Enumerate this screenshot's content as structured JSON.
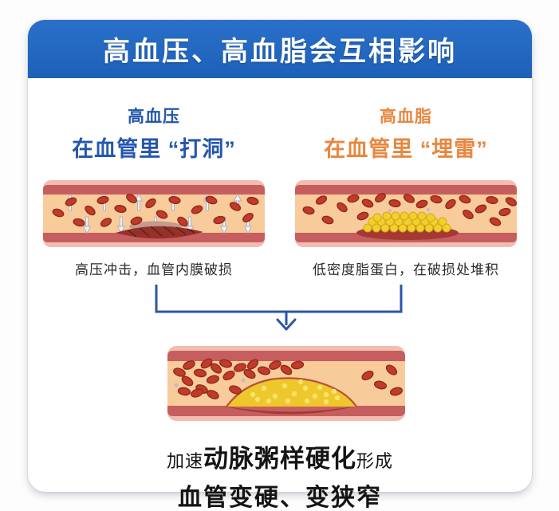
{
  "header": {
    "title": "高血压、高血脂会互相影响"
  },
  "left_column": {
    "tag": "高血压",
    "headline": "在血管里 “打洞”",
    "caption": "高压冲击，血管内膜破损",
    "illustration": "artery with pressure arrows hammering the wall and damaged intima"
  },
  "right_column": {
    "tag": "高血脂",
    "headline": "在血管里 “埋雷”",
    "caption": "低密度脂蛋白，在破损处堆积",
    "illustration": "artery with yellow lipid particles piling on damaged spot"
  },
  "result": {
    "prefix": "加速",
    "emphasis": "动脉粥样硬化",
    "suffix": "形成",
    "line2": "血管变硬、变狭窄",
    "illustration": "narrowed artery with large yellow atherosclerotic plaque"
  },
  "colors": {
    "header_bg": "#1f63bd",
    "hypertension_accent": "#2456ae",
    "hyperlipidemia_accent": "#e8873f",
    "bracket_blue": "#2b55a8",
    "vessel_outer_rim": "#f2bcb0",
    "vessel_wall": "#c65d5e",
    "vessel_lumen": "#f8cb9b",
    "red_blood_cell": "#c13a2a",
    "damage_dark_red": "#93312a",
    "lipid_yellow": "#f3cf2c",
    "plaque_yellow": "#eec72b",
    "result_text": "#141414"
  }
}
